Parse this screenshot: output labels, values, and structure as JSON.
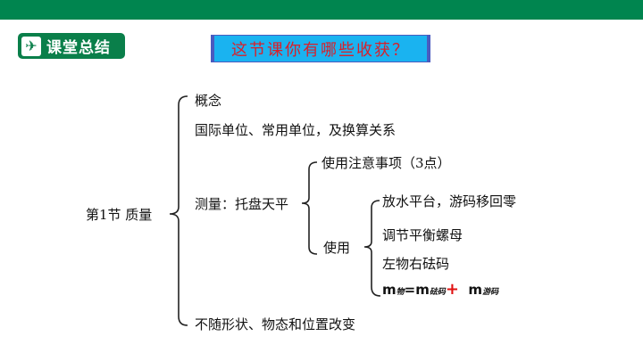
{
  "header": {
    "badge_label": "课堂总结",
    "badge_icon": "runner-icon",
    "banner_title": "这节课你有哪些收获？"
  },
  "root": "第1节  质量",
  "items": {
    "concept": "概念",
    "units": "国际单位、常用单位，及换算关系",
    "measure": "测量：托盘天平",
    "notes": "使用注意事项（3点）",
    "use": "使用",
    "steps": [
      "放水平台，游码移回零",
      "调节平衡螺母",
      "左物右砝码"
    ],
    "formula": {
      "m1": "m",
      "s1": "物",
      "eq": "=m",
      "s2": "砝码",
      "plus": "+",
      "m2": "m",
      "s3": "游码"
    },
    "property": "不随形状、物态和位置改变"
  }
}
